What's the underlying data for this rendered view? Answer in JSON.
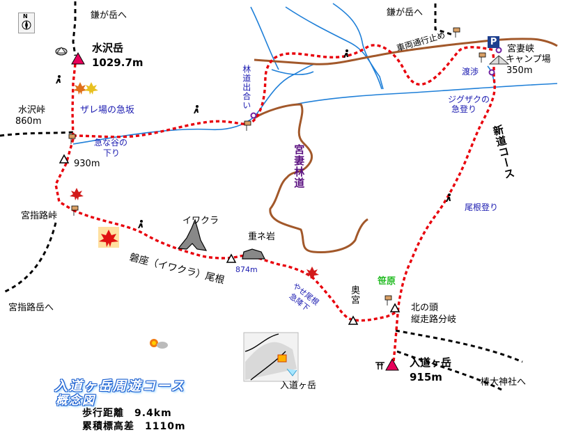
{
  "map": {
    "title_line1": "入道ヶ岳周遊コース",
    "title_line2": "概念図",
    "stats": {
      "distance": "歩行距離　9.4km",
      "elevation": "累積標高差　1110m"
    },
    "compass_letter": "N",
    "parking_letter": "P",
    "labels": {
      "to_kamagatake_left": "鎌が岳へ",
      "to_kamagatake_right": "鎌が岳へ",
      "mizusawa_name": "水沢岳",
      "mizusawa_elev": "1029.7m",
      "mizusawa_pass": "水沢峠",
      "mizusawa_pass_elev": "860m",
      "zareba": "ザレ場の急坂",
      "kyuna_tani_1": "急な谷の",
      "kyuna_tani_2": "下り",
      "elev_930": "930m",
      "rindo_deai": "林道出合い",
      "sharyo": "車両通行止め",
      "camp_1": "宮妻峡",
      "camp_2": "キャンプ場",
      "camp_elev": "350m",
      "toshou": "渡渉",
      "zigzag_1": "ジグザクの",
      "zigzag_2": "急登り",
      "miyazuma_rindo": "宮妻林道",
      "shindo_course": "新道コース",
      "one_nobori": "尾根登り",
      "miyasashiji_pass": "宮指路峠",
      "iwakura": "イワクラ",
      "kasaneiwa": "重ネ岩",
      "iwakura_one": "磐座（イワクラ）尾根",
      "elev_874": "874m",
      "yaseone_1": "やせ尾根",
      "yaseone_2": "急降下",
      "okumiya": "奥宮",
      "sasahara": "笹原",
      "kitanokashira_1": "北の頭",
      "kitanokashira_2": "縦走路分岐",
      "nyudo_name": "入道ヶ岳",
      "nyudo_elev": "915m",
      "to_miyasashiji_dake": "宮指路岳へ",
      "to_tsubaki": "椿大神社へ",
      "inset_label": "入道ヶ岳"
    },
    "colors": {
      "route": "#e8000b",
      "trail": "#000000",
      "river": "#1e7fd8",
      "forest_road": "#a2582a",
      "summit": "#e8005a",
      "title_outline": "#1a5fd0"
    },
    "icons": [
      "compass-icon",
      "hiker-icon",
      "autumn-leaves-icon",
      "maple-leaf-icon",
      "signpost-icon",
      "summit-triangle-icon",
      "waypoint-triangle-icon",
      "torii-icon",
      "parking-icon",
      "tent-icon",
      "sun-cloud-icon"
    ]
  }
}
